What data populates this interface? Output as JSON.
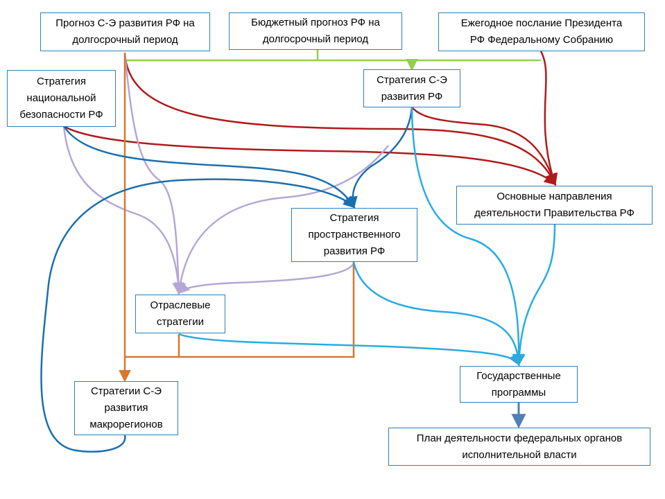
{
  "nodes": {
    "forecast_se": "Прогноз С-Э развития РФ на\nдолгосрочный период",
    "budget_forecast": "Бюджетный прогноз РФ на\nдолгосрочный период",
    "president_message": "Ежегодное послание Президента\nРФ Федеральному Собранию",
    "national_security": "Стратегия\nнациональной\nбезопасности РФ",
    "se_strategy": "Стратегия С-Э\nразвития РФ",
    "government_directions": "Основные направления\nдеятельности Правительства РФ",
    "spatial_strategy": "Стратегия\nпространственного\nразвития РФ",
    "sector_strategies": "Отраслевые\nстратегии",
    "state_programs": "Государственные\nпрограммы",
    "macroregion_strategies": "Стратегии С-Э\nразвития\nмакрорегионов",
    "federal_plan": "План деятельности федеральных органов\nисполнительной власти"
  },
  "colors": {
    "border": "#2f7fb5",
    "green": "#92d050",
    "red": "#b01a1a",
    "lavender": "#b4a7d6",
    "orange": "#d9772b",
    "dark_blue": "#1a6fae",
    "light_blue": "#29abe2",
    "steel_blue": "#4f7fb5"
  }
}
